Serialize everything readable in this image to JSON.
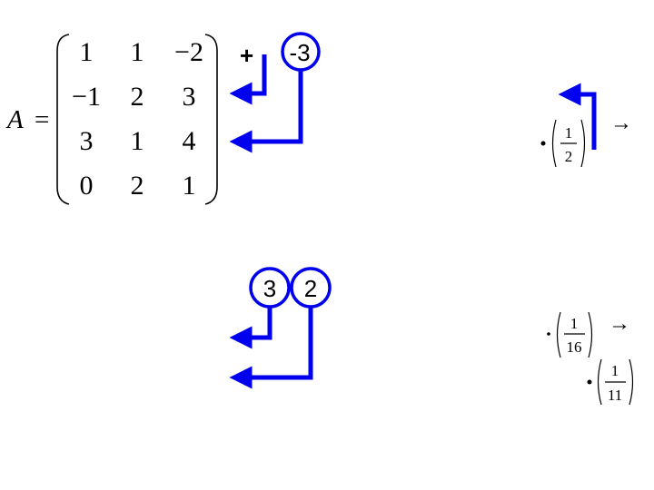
{
  "matrix": {
    "name": "A",
    "equals": "=",
    "rows": [
      [
        "1",
        "1",
        "−2"
      ],
      [
        "−1",
        "2",
        "3"
      ],
      [
        "3",
        "1",
        "4"
      ],
      [
        "0",
        "2",
        "1"
      ]
    ]
  },
  "operations_top": {
    "plus_sign": "+",
    "multiplier": "-3"
  },
  "operations_bottom": {
    "multiplier_left": "3",
    "multiplier_right": "2"
  },
  "scaling_right": {
    "arrow_1": "→",
    "fraction_1": {
      "numerator": "1",
      "denominator": "2"
    },
    "arrow_2": "→",
    "fraction_2": {
      "numerator": "1",
      "denominator": "16"
    },
    "fraction_3": {
      "numerator": "1",
      "denominator": "11"
    }
  },
  "colors": {
    "arrow_blue": "#0000ee",
    "text": "#000000"
  }
}
